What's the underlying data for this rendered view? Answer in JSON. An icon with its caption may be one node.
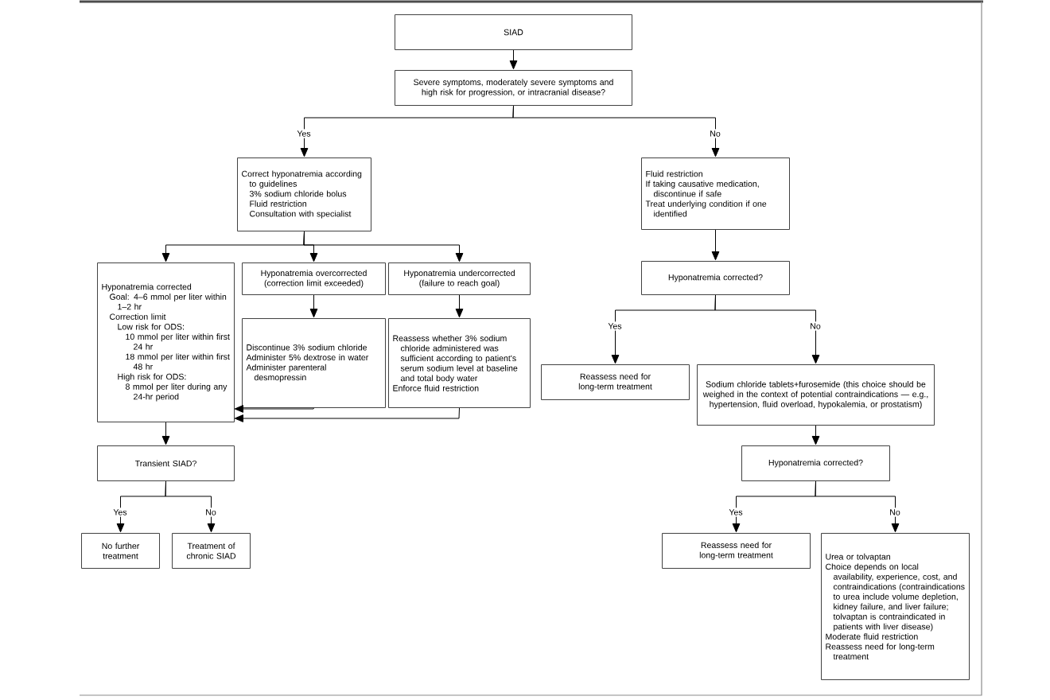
{
  "diagram": {
    "nodes": [
      {
        "text": [
          "SIAD"
        ]
      },
      {
        "text": [
          "Severe symptoms, moderately severe symptoms and high risk for progression, or intracranial disease?"
        ]
      },
      {
        "text": [
          "Correct hyponatremia according to guidelines",
          "3% sodium chloride bolus",
          "Fluid restriction",
          "Consultation with specialist"
        ]
      },
      {
        "text": [
          "Fluid restriction",
          "If taking causative medication, discontinue if safe",
          "Treat underlying condition if one identified"
        ]
      },
      {
        "text": [
          "Hyponatremia corrected",
          "Goal: 4–6 mmol per liter within 1–2 hr",
          "Correction limit",
          "Low risk for ODS:",
          "10 mmol per liter within first 24 hr",
          "18 mmol per liter within first 48 hr",
          "High risk for ODS:",
          "8 mmol per liter during any 24-hr period"
        ]
      },
      {
        "text": [
          "Hyponatremia overcorrected (correction limit exceeded)"
        ]
      },
      {
        "text": [
          "Hyponatremia undercorrected (failure to reach goal)"
        ]
      },
      {
        "text": [
          "Discontinue 3% sodium chloride",
          "Administer 5% dextrose in water",
          "Administer parenteral desmopressin"
        ]
      },
      {
        "text": [
          "Reassess whether 3% sodium chloride administered was sufficient according to patient's serum sodium level at baseline and total body water",
          "Enforce fluid restriction"
        ]
      },
      {
        "text": [
          "Transient SIAD?"
        ]
      },
      {
        "text": [
          "No further treatment"
        ]
      },
      {
        "text": [
          "Treatment of chronic SIAD"
        ]
      },
      {
        "text": [
          "Hyponatremia corrected?"
        ]
      },
      {
        "text": [
          "Reassess need for long-term treatment"
        ]
      },
      {
        "text": [
          "Sodium chloride tablets+furosemide (this choice should be weighed in the context of potential contraindications — e.g., hypertension, fluid overload, hypokalemia, or prostatism)"
        ]
      },
      {
        "text": [
          "Hyponatremia corrected?"
        ]
      },
      {
        "text": [
          "Reassess need for long-term treatment"
        ]
      },
      {
        "text": [
          "Urea or tolvaptan",
          "Choice depends on local availability, experience, cost, and contraindications (contraindications to urea include volume depletion, kidney failure, and liver failure; tolvaptan is contraindicated in patients with liver disease)",
          "Moderate fluid restriction",
          "Reassess need for long-term treatment"
        ]
      }
    ],
    "edges": [
      {
        "from": 0,
        "to": 1,
        "arrow": "to"
      },
      {
        "from": 1,
        "to": 2,
        "arrow": "to",
        "label": "Yes"
      },
      {
        "from": 1,
        "to": 3,
        "arrow": "to",
        "label": "No"
      },
      {
        "from": 2,
        "to": 4,
        "arrow": "to"
      },
      {
        "from": 2,
        "to": 5,
        "arrow": "to"
      },
      {
        "from": 2,
        "to": 6,
        "arrow": "to"
      },
      {
        "from": 5,
        "to": 7,
        "arrow": "to"
      },
      {
        "from": 6,
        "to": 8,
        "arrow": "to"
      },
      {
        "from": 7,
        "to": 4,
        "arrow": "to"
      },
      {
        "from": 8,
        "to": 4,
        "arrow": "to"
      },
      {
        "from": 4,
        "to": 9,
        "arrow": "to"
      },
      {
        "from": 9,
        "to": 10,
        "arrow": "to",
        "label": "Yes"
      },
      {
        "from": 9,
        "to": 11,
        "arrow": "to",
        "label": "No"
      },
      {
        "from": 3,
        "to": 12,
        "arrow": "to"
      },
      {
        "from": 12,
        "to": 13,
        "arrow": "to",
        "label": "Yes"
      },
      {
        "from": 12,
        "to": 14,
        "arrow": "to",
        "label": "No"
      },
      {
        "from": 14,
        "to": 15,
        "arrow": "to"
      },
      {
        "from": 15,
        "to": 16,
        "arrow": "to",
        "label": "Yes"
      },
      {
        "from": 15,
        "to": 17,
        "arrow": "to",
        "label": "No"
      }
    ]
  }
}
